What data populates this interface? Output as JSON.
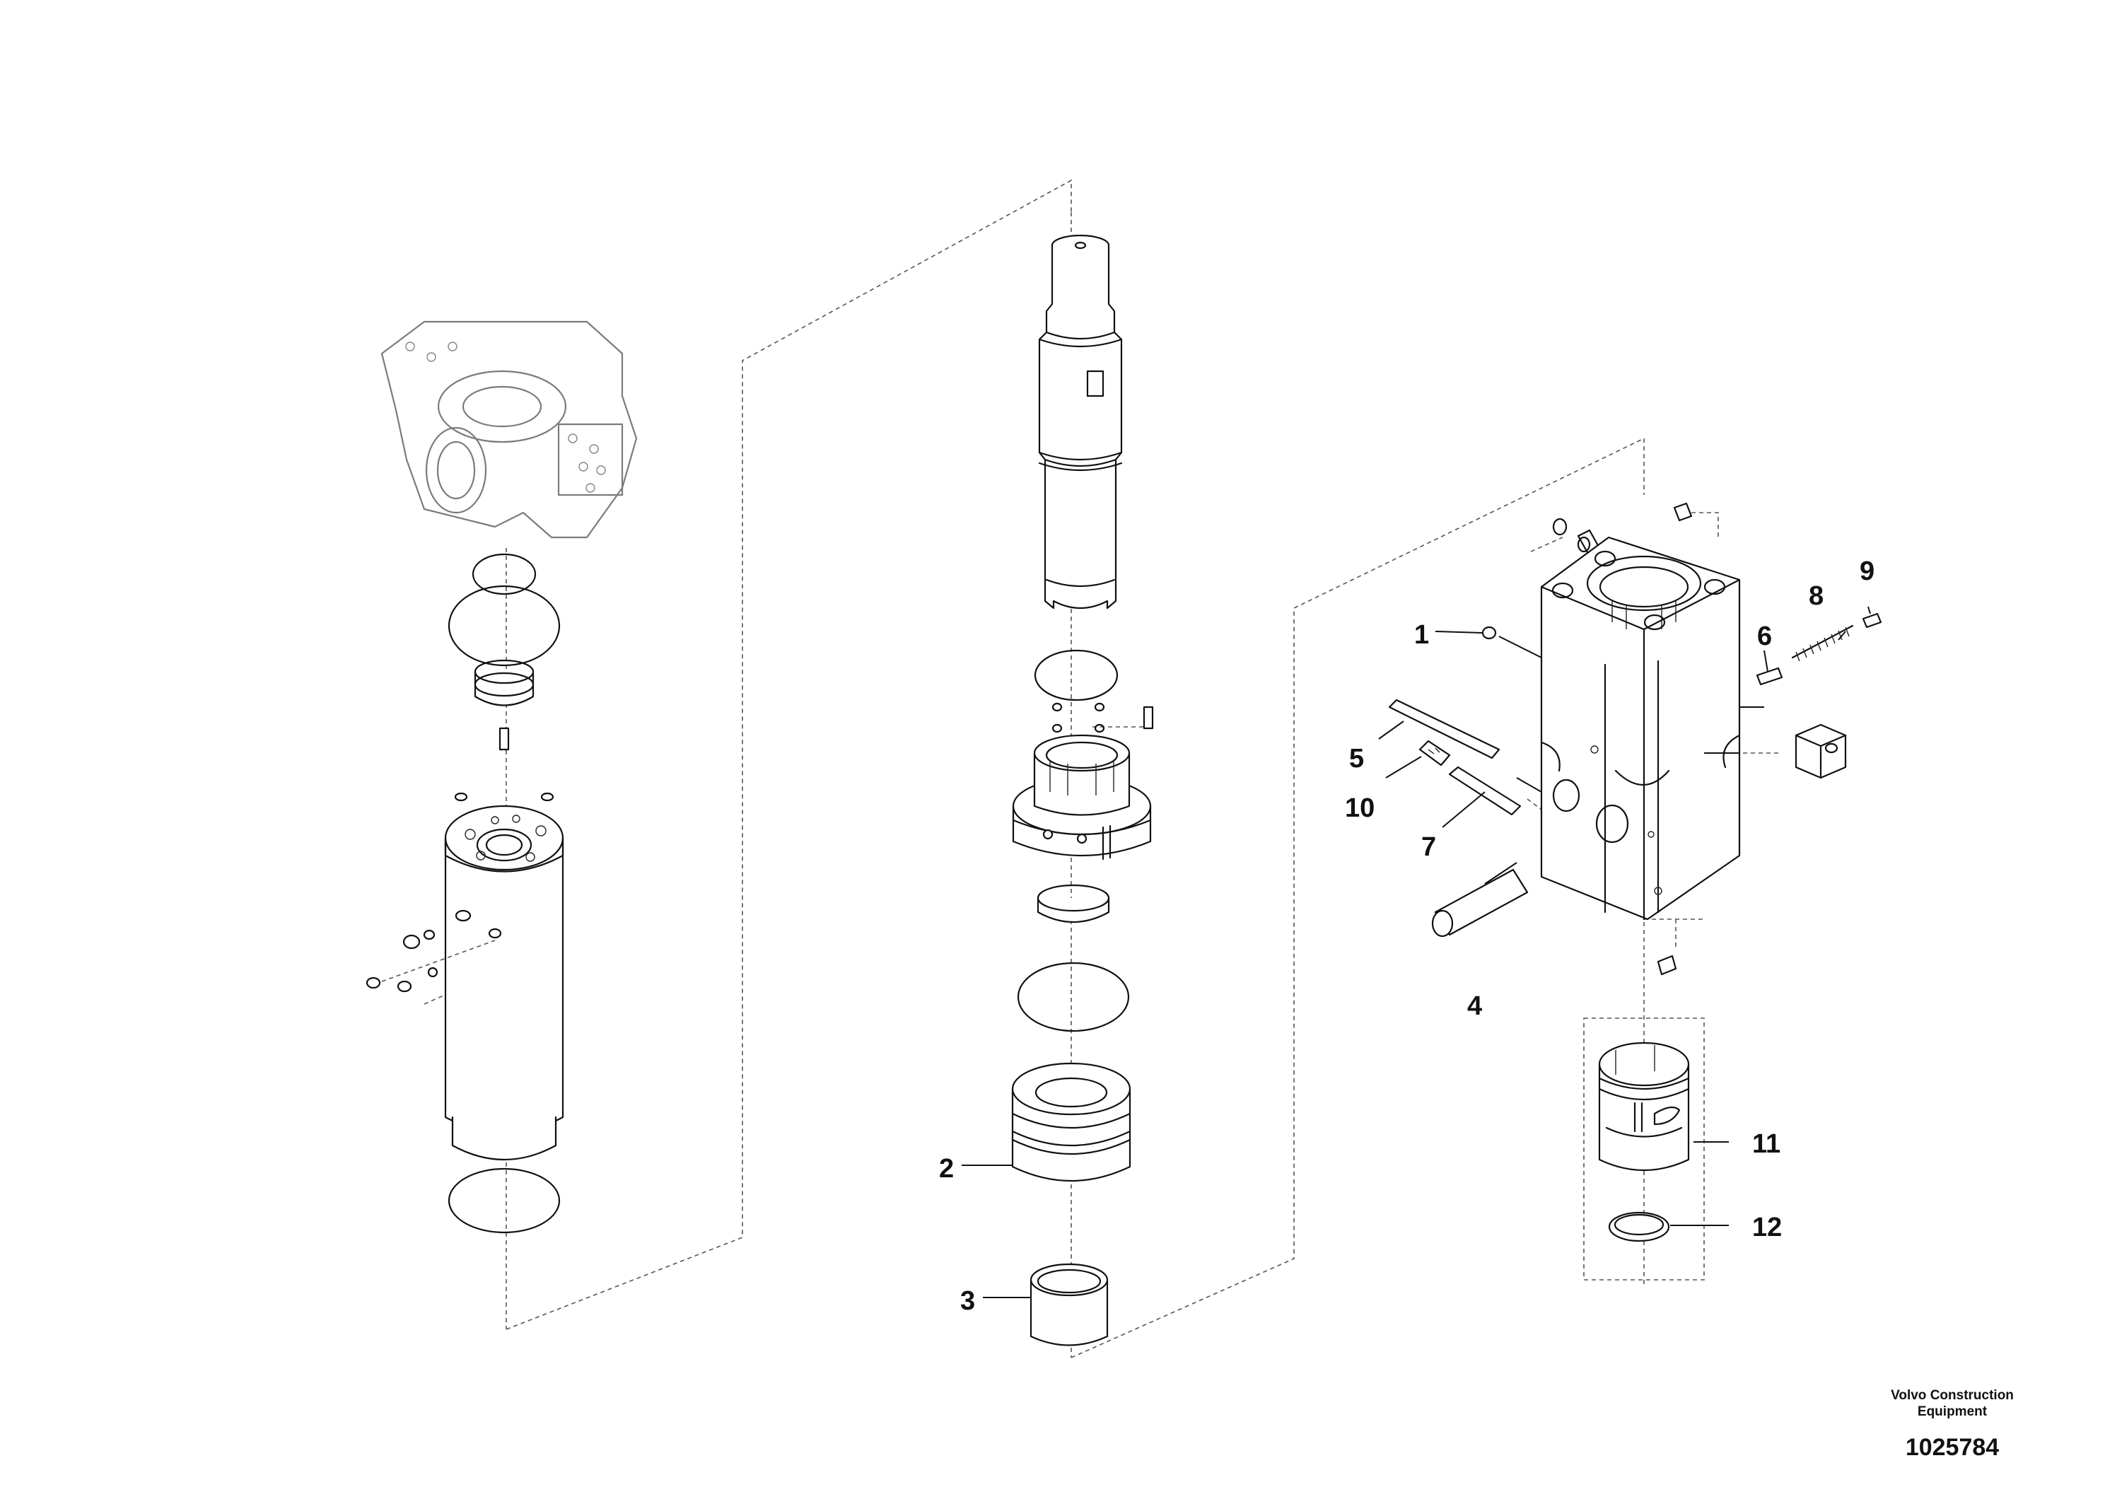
{
  "labels": {
    "p1": "1",
    "p2": "2",
    "p3": "3",
    "p4": "4",
    "p5": "5",
    "p6": "6",
    "p7": "7",
    "p8": "8",
    "p9": "9",
    "p10": "10",
    "p11": "11",
    "p12": "12"
  },
  "footer": {
    "brand_line1": "Volvo Construction",
    "brand_line2": "Equipment",
    "doc_number": "1025784"
  }
}
